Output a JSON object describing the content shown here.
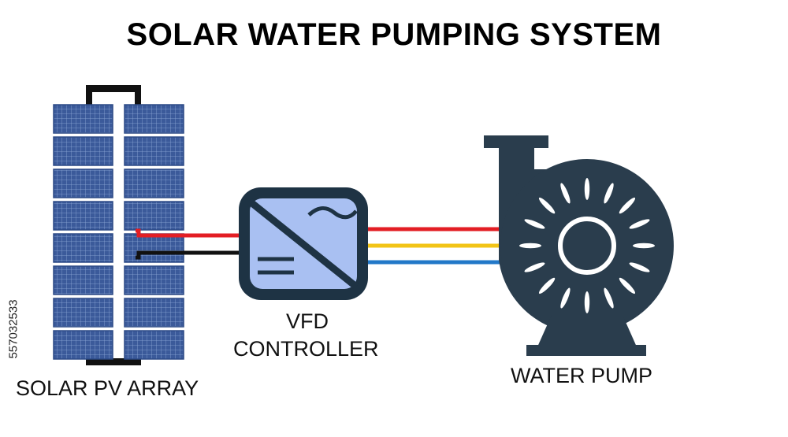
{
  "title": "SOLAR WATER PUMPING SYSTEM",
  "labels": {
    "solar_array": "SOLAR PV ARRAY",
    "vfd_line1": "VFD",
    "vfd_line2": "CONTROLLER",
    "pump": "WATER PUMP"
  },
  "stock_id": "557032533",
  "colors": {
    "panel_fill": "#3b5a9a",
    "panel_grid": "#8fa8d8",
    "vfd_body": "#1e3344",
    "vfd_screen": "#a9c0f2",
    "pump_body": "#2a3d4d",
    "wire_red": "#e31e24",
    "wire_yellow": "#f2c417",
    "wire_blue": "#2278c8",
    "wire_black": "#111111"
  }
}
